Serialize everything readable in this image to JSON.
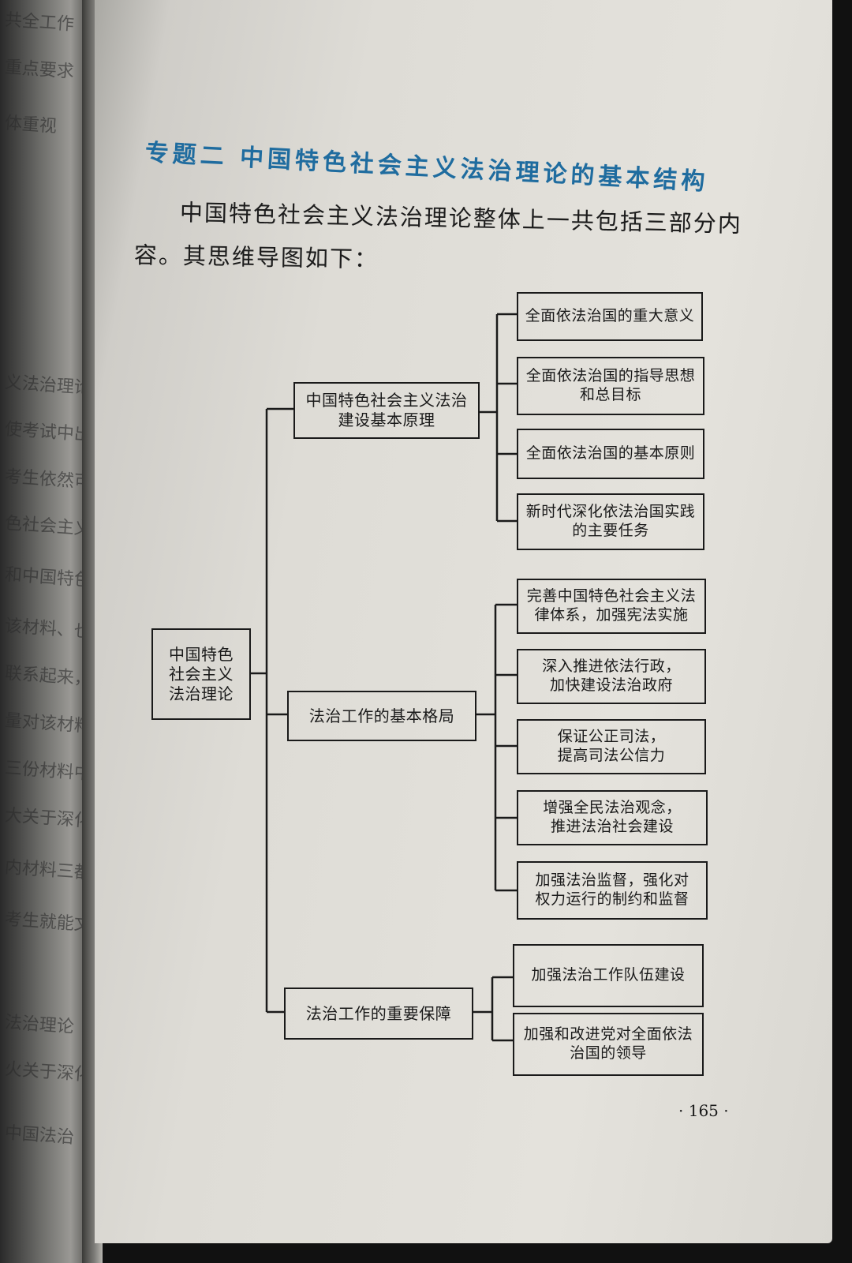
{
  "heading": "专题二  中国特色社会主义法治理论的基本结构",
  "intro_line1": "中国特色社会主义法治理论整体上一共包括三部分内",
  "intro_line2": "容。其思维导图如下：",
  "mindmap": {
    "root": "中国特色\n社会主义\n法治理论",
    "branches": [
      {
        "label": "中国特色社会主义法治\n建设基本原理",
        "children": [
          "全面依法治国的重大意义",
          "全面依法治国的指导思想\n和总目标",
          "全面依法治国的基本原则",
          "新时代深化依法治国实践\n的主要任务"
        ]
      },
      {
        "label": "法治工作的基本格局",
        "children": [
          "完善中国特色社会主义法\n律体系，加强宪法实施",
          "深入推进依法行政，\n加快建设法治政府",
          "保证公正司法，\n提高司法公信力",
          "增强全民法治观念，\n推进法治社会建设",
          "加强法治监督，强化对\n权力运行的制约和监督"
        ]
      },
      {
        "label": "法治工作的重要保障",
        "children": [
          "加强法治工作队伍建设",
          "加强和改进党对全面依法\n治国的领导"
        ]
      }
    ]
  },
  "page_number": "· 165 ·",
  "left_page_fragments": [
    "共全工作",
    "重点要求",
    "体重视",
    "义法治理论",
    "使考试中出现",
    "考生依然可以",
    "色社会主义法治",
    "和中国特色社会",
    "该材料、也能够",
    "联系起来，以中",
    "量对该材料进行",
    "三份材料中的材",
    "大关于深化党和",
    "内材料三都围",
    "考生就能文",
    "法治理论",
    "火关于深化",
    "中国法治"
  ]
}
